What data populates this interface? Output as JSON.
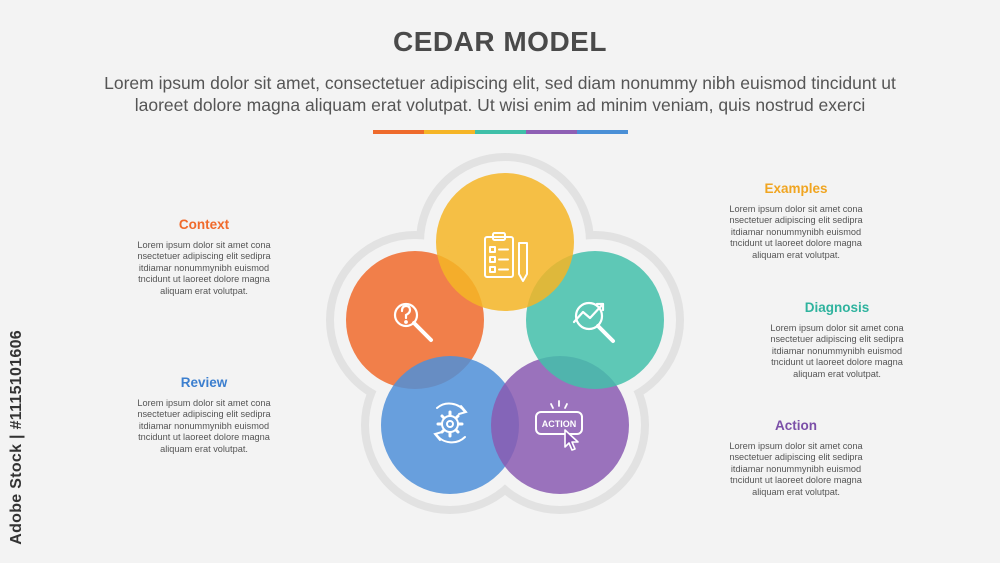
{
  "title": "CEDAR MODEL",
  "subtitle_line1": "Lorem ipsum dolor sit amet, consectetuer adipiscing elit, sed diam nonummy nibh euismod tincidunt ut",
  "subtitle_line2": "laoreet dolore magna aliquam erat volutpat. Ut wisi enim ad minim veniam, quis nostrud exerci",
  "divider_colors": [
    "#ee6a2c",
    "#f5b526",
    "#3fbfa8",
    "#8e5fb4",
    "#4a8fd6"
  ],
  "icons": {
    "context": "question-magnifier-icon",
    "examples": "clipboard-checklist-icon",
    "diagnosis": "chart-magnifier-icon",
    "action": "action-button-cursor-icon",
    "review": "gear-cycle-icon",
    "action_button_text": "ACTION"
  },
  "sections": {
    "context": {
      "title": "Context",
      "color": "#f06a2b",
      "l1": "Lorem ipsum dolor sit amet cona",
      "l2": "nsectetuer adipiscing elit sedipra",
      "l3": "itdiamar nonummynibh euismod",
      "l4": "tncidunt ut laoreet dolore magna",
      "l5": "aliquam erat volutpat."
    },
    "examples": {
      "title": "Examples",
      "color": "#f0a521",
      "l1": "Lorem ipsum dolor sit amet cona",
      "l2": "nsectetuer adipiscing elit sedipra",
      "l3": "itdiamar nonummynibh euismod",
      "l4": "tncidunt ut laoreet dolore magna",
      "l5": "aliquam erat volutpat."
    },
    "diagnosis": {
      "title": "Diagnosis",
      "color": "#2fb39e",
      "l1": "Lorem ipsum dolor sit amet cona",
      "l2": "nsectetuer adipiscing elit sedipra",
      "l3": "itdiamar nonummynibh euismod",
      "l4": "tncidunt ut laoreet dolore magna",
      "l5": "aliquam erat volutpat."
    },
    "review": {
      "title": "Review",
      "color": "#3c7fcf",
      "l1": "Lorem ipsum dolor sit amet cona",
      "l2": "nsectetuer adipiscing elit sedipra",
      "l3": "itdiamar nonummynibh euismod",
      "l4": "tncidunt ut laoreet dolore magna",
      "l5": "aliquam erat volutpat."
    },
    "action": {
      "title": "Action",
      "color": "#7b4fa8",
      "l1": "Lorem ipsum dolor sit amet cona",
      "l2": "nsectetuer adipiscing elit sedipra",
      "l3": "itdiamar nonummynibh euismod",
      "l4": "tncidunt ut laoreet dolore magna",
      "l5": "aliquam erat volutpat."
    }
  },
  "circle_colors": {
    "context": "#f06a2b",
    "examples": "#f5b526",
    "diagnosis": "#43bfaa",
    "review": "#4f8fd8",
    "action": "#8a5bb2"
  },
  "watermark": "Adobe Stock | #1115101606"
}
